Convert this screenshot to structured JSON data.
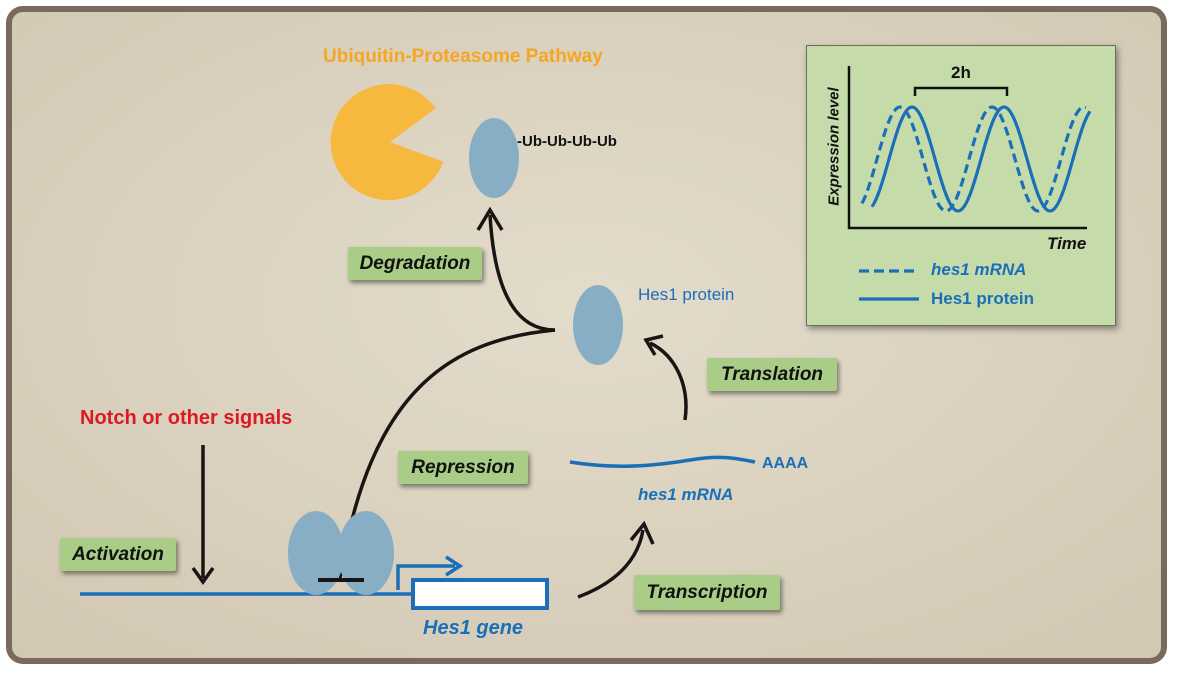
{
  "title": "Ubiquitin-Proteasome Pathway",
  "ub_chain": "-Ub-Ub-Ub-Ub",
  "protein_label": "Hes1 protein",
  "signal_label": "Notch or other signals",
  "mrna_label": "hes1 mRNA",
  "polya_label": "AAAA",
  "gene_label": "Hes1 gene",
  "steps": {
    "degradation": "Degradation",
    "translation": "Translation",
    "repression": "Repression",
    "activation": "Activation",
    "transcription": "Transcription"
  },
  "inset": {
    "period_label": "2h",
    "ylabel": "Expression level",
    "xlabel": "Time",
    "legend": {
      "mrna": "hes1 mRNA",
      "protein": "Hes1 protein"
    }
  },
  "colors": {
    "frame_bg": "#ddd4c2",
    "frame_border": "#7a6a5c",
    "title": "#f5a623",
    "protein_fill": "#87aec4",
    "pacman": "#f6b83d",
    "blue": "#1a6fb8",
    "signal": "#dd1a22",
    "label_green": "#a9cd86",
    "inset_bg": "#c5dcaa"
  }
}
